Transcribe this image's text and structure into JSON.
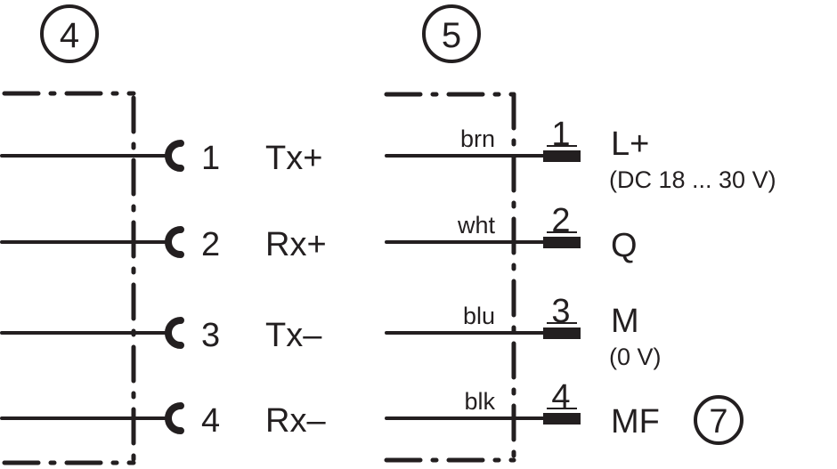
{
  "callouts": {
    "left": "4",
    "right": "5",
    "mf": "7"
  },
  "left_connector": {
    "pins": [
      {
        "number": "1",
        "signal": "Tx+"
      },
      {
        "number": "2",
        "signal": "Rx+"
      },
      {
        "number": "3",
        "signal": "Tx–"
      },
      {
        "number": "4",
        "signal": "Rx–"
      }
    ]
  },
  "right_connector": {
    "pins": [
      {
        "number": "1",
        "wire": "brn",
        "signal": "L+",
        "note": "(DC 18 ... 30 V)"
      },
      {
        "number": "2",
        "wire": "wht",
        "signal": "Q",
        "note": ""
      },
      {
        "number": "3",
        "wire": "blu",
        "signal": "M",
        "note": "(0 V)"
      },
      {
        "number": "4",
        "wire": "blk",
        "signal": "MF",
        "note": ""
      }
    ]
  }
}
